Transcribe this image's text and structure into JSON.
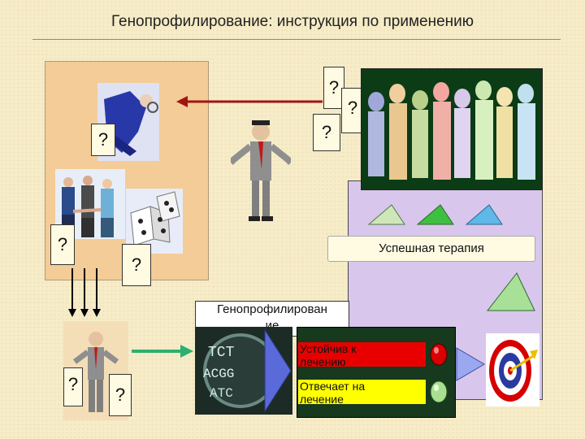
{
  "title": "Генопрофилирование: инструкция по применению",
  "question_mark": "?",
  "boxes": {
    "therapy": "Успешная терапия",
    "genoprofiling_line1": "Генопрофилирован",
    "genoprofiling_line2": "ие",
    "resistant_line1": "Устойчив к",
    "resistant_line2": "лечению",
    "responds_line1": "Отвечает на",
    "responds_line2": "лечение"
  },
  "colors": {
    "background": "#f6ecc8",
    "left_panel": "#f3cc97",
    "right_panel": "#d9c6ec",
    "red_arrow": "#a31414",
    "green_arrow": "#2bb06e",
    "dark_panel": "#17391d",
    "red_label": "#e80000",
    "yellow_label": "#ffff00"
  },
  "icons": [
    "detective-icon",
    "businessman-shrugging-icon",
    "crowd-silhouettes-icon",
    "handshake-businesspeople-icon",
    "dice-icon",
    "dna-sequence-icon",
    "traffic-light-red-icon",
    "traffic-light-green-icon",
    "target-dart-icon",
    "triangle-icon"
  ]
}
